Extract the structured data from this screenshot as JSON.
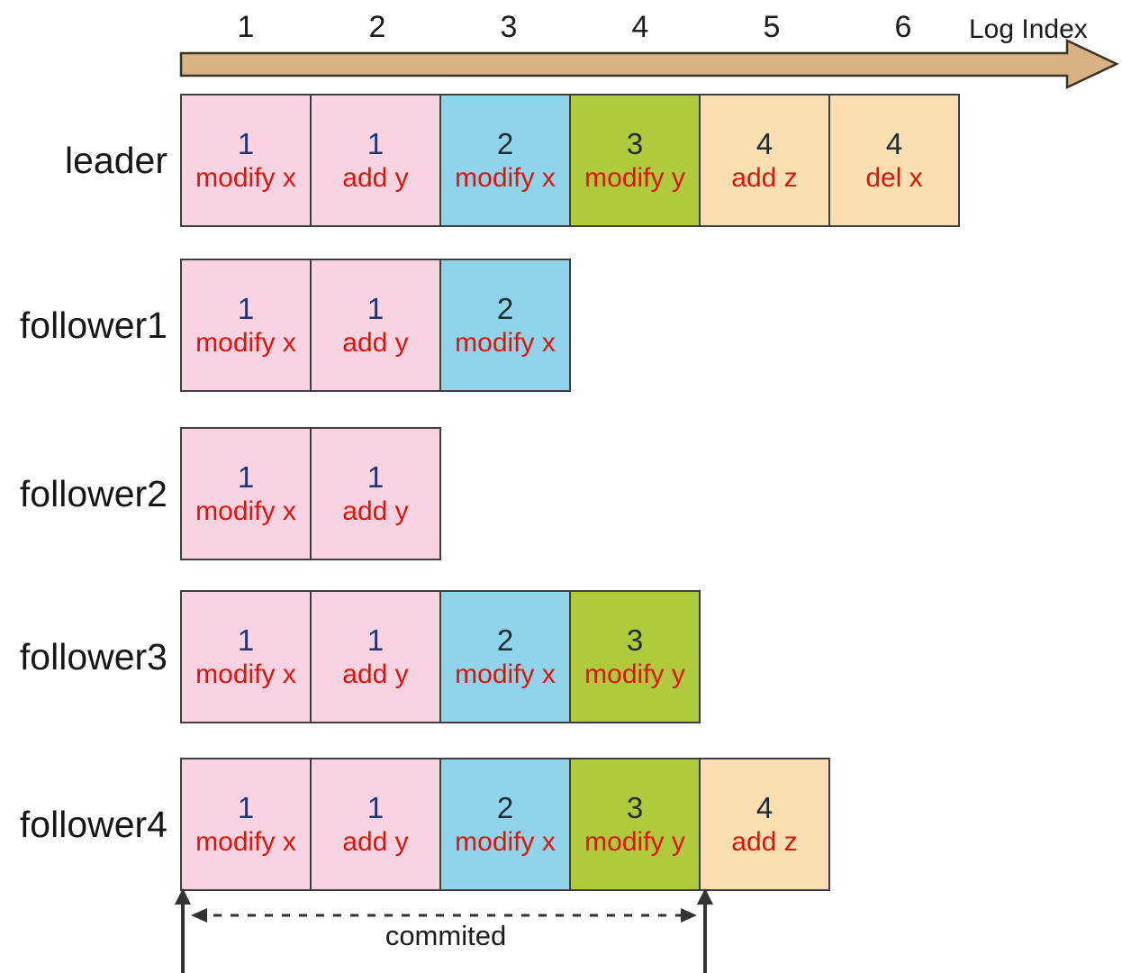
{
  "axis": {
    "label": "Log Index",
    "ticks": [
      "1",
      "2",
      "3",
      "4",
      "5",
      "6"
    ]
  },
  "terms": {
    "1": {
      "bg": "#FAD3E2",
      "num_color": "#1E3473"
    },
    "2": {
      "bg": "#8FD4EB",
      "num_color": "#212B35"
    },
    "3": {
      "bg": "#AFCB3D",
      "num_color": "#212B35"
    },
    "4": {
      "bg": "#FBDFB3",
      "num_color": "#212B35"
    }
  },
  "colors": {
    "arrow_fill": "#D8B284",
    "arrow_stroke": "#3A3425",
    "cell_border": "#3f3f3f",
    "op_text": "#E11309",
    "annotation": "#333333"
  },
  "rows": [
    {
      "name": "leader",
      "entries": [
        {
          "term": "1",
          "op": "modify x"
        },
        {
          "term": "1",
          "op": "add y"
        },
        {
          "term": "2",
          "op": "modify x"
        },
        {
          "term": "3",
          "op": "modify y"
        },
        {
          "term": "4",
          "op": "add z"
        },
        {
          "term": "4",
          "op": "del x"
        }
      ]
    },
    {
      "name": "follower1",
      "entries": [
        {
          "term": "1",
          "op": "modify x"
        },
        {
          "term": "1",
          "op": "add y"
        },
        {
          "term": "2",
          "op": "modify x"
        }
      ]
    },
    {
      "name": "follower2",
      "entries": [
        {
          "term": "1",
          "op": "modify x"
        },
        {
          "term": "1",
          "op": "add y"
        }
      ]
    },
    {
      "name": "follower3",
      "entries": [
        {
          "term": "1",
          "op": "modify x"
        },
        {
          "term": "1",
          "op": "add y"
        },
        {
          "term": "2",
          "op": "modify x"
        },
        {
          "term": "3",
          "op": "modify y"
        }
      ]
    },
    {
      "name": "follower4",
      "entries": [
        {
          "term": "1",
          "op": "modify x"
        },
        {
          "term": "1",
          "op": "add y"
        },
        {
          "term": "2",
          "op": "modify x"
        },
        {
          "term": "3",
          "op": "modify y"
        },
        {
          "term": "4",
          "op": "add z"
        }
      ]
    }
  ],
  "committed": {
    "label": "commited",
    "covers_entries": 4
  }
}
